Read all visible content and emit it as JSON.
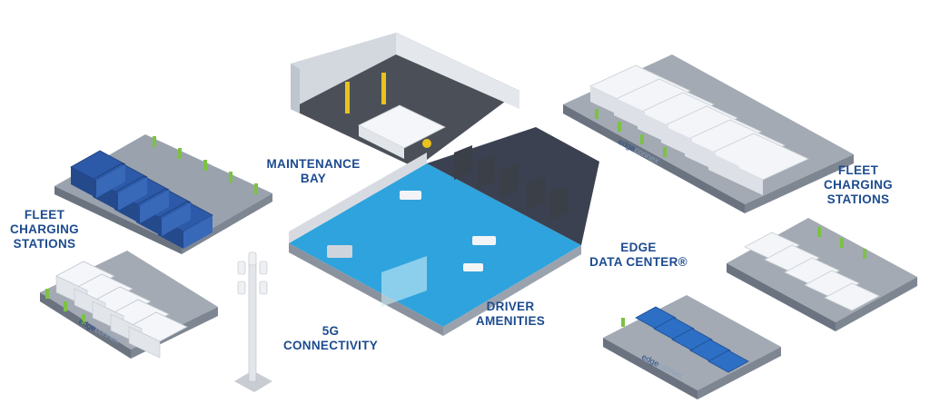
{
  "labels": {
    "fleet_left": [
      "FLEET",
      "CHARGING",
      "STATIONS"
    ],
    "maintenance": [
      "MAINTENANCE",
      "BAY"
    ],
    "fleet_right": [
      "FLEET",
      "CHARGING",
      "STATIONS"
    ],
    "edge_dc": [
      "EDGE",
      "DATA CENTER®"
    ],
    "driver": [
      "DRIVER",
      "AMENITIES"
    ],
    "five_g": [
      "5G",
      "CONNECTIVITY"
    ]
  },
  "brand": {
    "part1": "edge",
    "part2": "connex"
  },
  "colors": {
    "label": "#1d4b8f",
    "floor_blue": "#2fa3dd",
    "van_blue": "#2d5aa8",
    "van_white": "#f2f4f7",
    "pad_gray": "#7c8593",
    "pad_top": "#a9b0bb",
    "charger_green": "#7cc242",
    "wall": "#d7dbe1",
    "rack": "#3a3f48"
  }
}
